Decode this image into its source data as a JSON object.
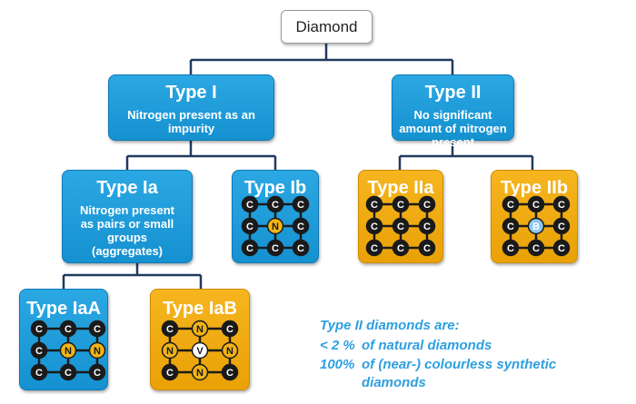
{
  "root": {
    "label": "Diamond"
  },
  "type_i": {
    "title": "Type I",
    "desc": "Nitrogen present as an impurity"
  },
  "type_ii": {
    "title": "Type II",
    "desc": "No significant amount of nitrogen present"
  },
  "type_ia": {
    "title": "Type Ia",
    "desc": "Nitrogen present as pairs or small groups (aggregates)"
  },
  "type_ib": {
    "title": "Type Ib"
  },
  "type_iia": {
    "title": "Type IIa"
  },
  "type_iib": {
    "title": "Type IIb"
  },
  "type_iaa": {
    "title": "Type IaA"
  },
  "type_iab": {
    "title": "Type IaB"
  },
  "atoms": {
    "carbon": "C",
    "nitrogen": "N",
    "boron": "B",
    "vacancy": "V"
  },
  "note": {
    "heading": "Type II diamonds are:",
    "row1_value": "< 2 %",
    "row1_text": "of natural diamonds",
    "row2_value": "100%",
    "row2_text": "of (near-) colourless synthetic",
    "row2_text_cont": "diamonds"
  },
  "colors": {
    "blue": "#1b9ad8",
    "gold": "#f0aa10",
    "connector": "#1f3a5c",
    "note": "#2e9fe0"
  }
}
